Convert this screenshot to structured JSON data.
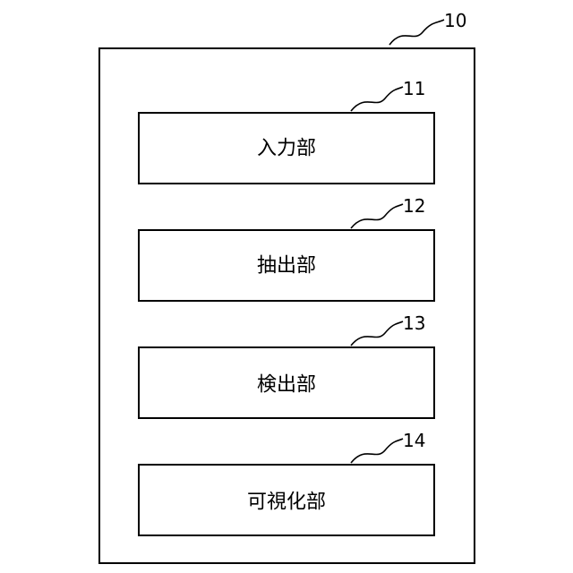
{
  "container": {
    "ref": "10"
  },
  "components": [
    {
      "ref": "11",
      "label": "入力部"
    },
    {
      "ref": "12",
      "label": "抽出部"
    },
    {
      "ref": "13",
      "label": "検出部"
    },
    {
      "ref": "14",
      "label": "可視化部"
    }
  ]
}
